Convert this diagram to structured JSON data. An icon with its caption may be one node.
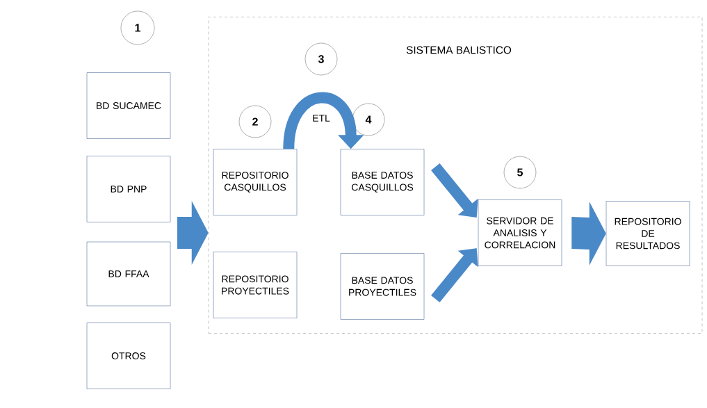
{
  "diagram": {
    "nodes": [
      {
        "text": [
          "1"
        ]
      },
      {
        "text": [
          "BD SUCAMEC"
        ]
      },
      {
        "text": [
          "BD PNP"
        ]
      },
      {
        "text": [
          "BD FFAA"
        ]
      },
      {
        "text": [
          "OTROS"
        ]
      },
      {
        "text": [
          "SISTEMA BALISTICO"
        ]
      },
      {
        "text": [
          "2"
        ],
        "in": 5
      },
      {
        "text": [
          "3"
        ],
        "in": 5
      },
      {
        "text": [
          "4"
        ],
        "in": 5
      },
      {
        "text": [
          "REPOSITORIO CASQUILLOS"
        ],
        "in": 5
      },
      {
        "text": [
          "BASE DATOS CASQUILLOS"
        ],
        "in": 5
      },
      {
        "text": [
          "5"
        ],
        "in": 5
      },
      {
        "text": [
          "REPOSITORIO PROYECTILES"
        ],
        "in": 5
      },
      {
        "text": [
          "BASE DATOS PROYECTILES"
        ],
        "in": 5
      },
      {
        "text": [
          "SERVIDOR DE ANALISIS Y CORRELACION"
        ],
        "in": 5
      },
      {
        "text": [
          "REPOSITORIO DE RESULTADOS"
        ],
        "in": 5
      }
    ],
    "edges": [
      {
        "from": null,
        "to": 5,
        "arrow": "to",
        "style": "thick"
      },
      {
        "from": 9,
        "to": 10,
        "arrow": "to",
        "label": "ETL"
      },
      {
        "from": 10,
        "to": 14,
        "arrow": "to"
      },
      {
        "from": 13,
        "to": 14,
        "arrow": "to"
      },
      {
        "from": 14,
        "to": 15,
        "arrow": "to",
        "style": "thick"
      }
    ]
  }
}
